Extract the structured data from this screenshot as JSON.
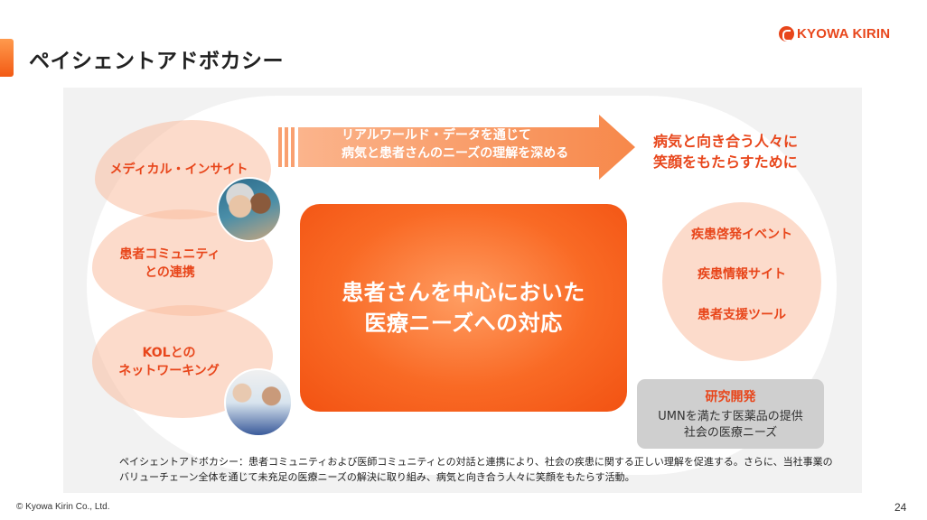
{
  "header": {
    "title": "ペイシェントアドボカシー",
    "logo_text": "KYOWA KIRIN",
    "accent_color": "#f25a14"
  },
  "left_items": [
    {
      "label_lines": [
        "メディカル・インサイト"
      ]
    },
    {
      "label_lines": [
        "患者コミュニティ",
        "との連携"
      ]
    },
    {
      "label_lines": [
        "KOLとの",
        "ネットワーキング"
      ]
    }
  ],
  "arrow": {
    "lines": [
      "リアルワールド・データを通じて",
      "病気と患者さんのニーズの理解を深める"
    ]
  },
  "goal": {
    "lines": [
      "病気と向き合う人々に",
      "笑顔をもたらすために"
    ]
  },
  "center": {
    "lines": [
      "患者さんを中心においた",
      "医療ニーズへの対応"
    ]
  },
  "right_items": [
    "疾患啓発イベント",
    "疾患情報サイト",
    "患者支援ツール"
  ],
  "research": {
    "title": "研究開発",
    "lines": [
      "UMNを満たす医薬品の提供",
      "社会の医療ニーズ"
    ]
  },
  "footnote": {
    "lines": [
      "ペイシェントアドボカシー：患者コミュニティおよび医師コミュニティとの対話と連携により、社会の疾患に関する正しい理解を促進する。さらに、当社事業の",
      "バリューチェーン全体を通じて未充足の医療ニーズの解決に取り組み、病気と向き合う人々に笑顔をもたらす活動。"
    ]
  },
  "footer": {
    "copyright": "© Kyowa Kirin Co., Ltd.",
    "page_number": "24"
  },
  "icons": [
    "patients-photo",
    "doctor-patient-photo",
    "kyowa-kirin-logo-mark"
  ]
}
